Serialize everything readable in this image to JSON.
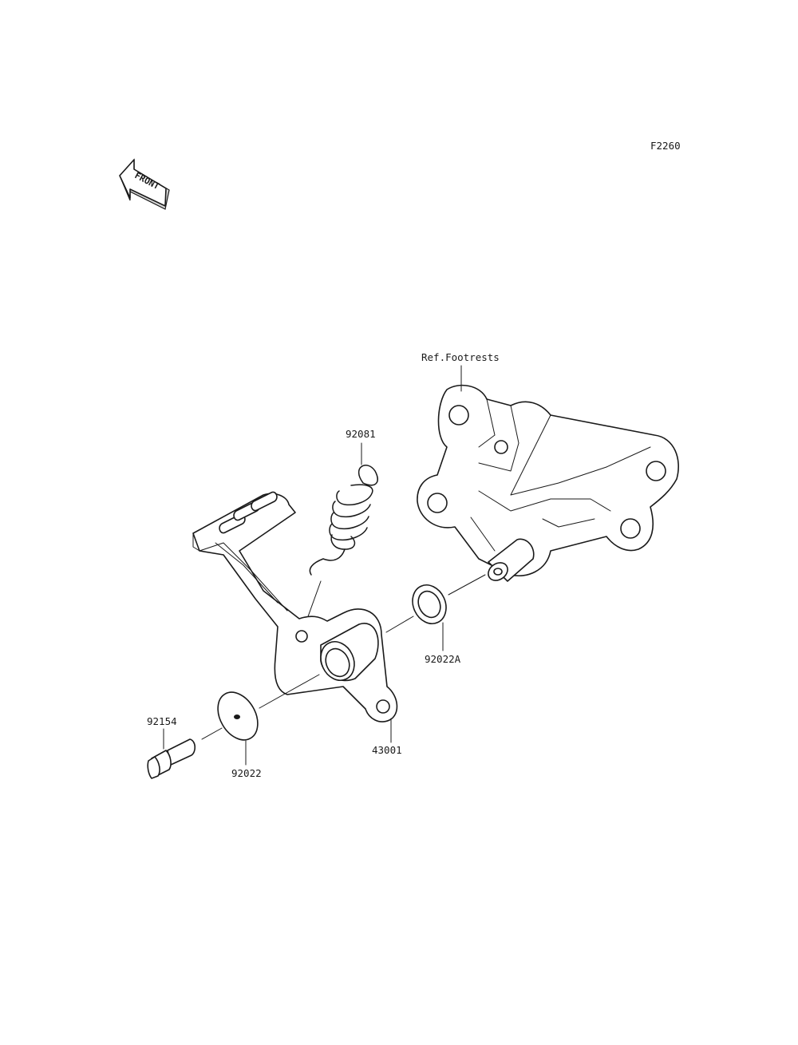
{
  "diagram_code": "F2260",
  "front_indicator": "FRONT",
  "reference_label": "Ref.Footrests",
  "parts": [
    {
      "key": "spring",
      "number": "92081"
    },
    {
      "key": "washer_a",
      "number": "92022A"
    },
    {
      "key": "pedal",
      "number": "43001"
    },
    {
      "key": "bolt",
      "number": "92154"
    },
    {
      "key": "washer",
      "number": "92022"
    }
  ]
}
